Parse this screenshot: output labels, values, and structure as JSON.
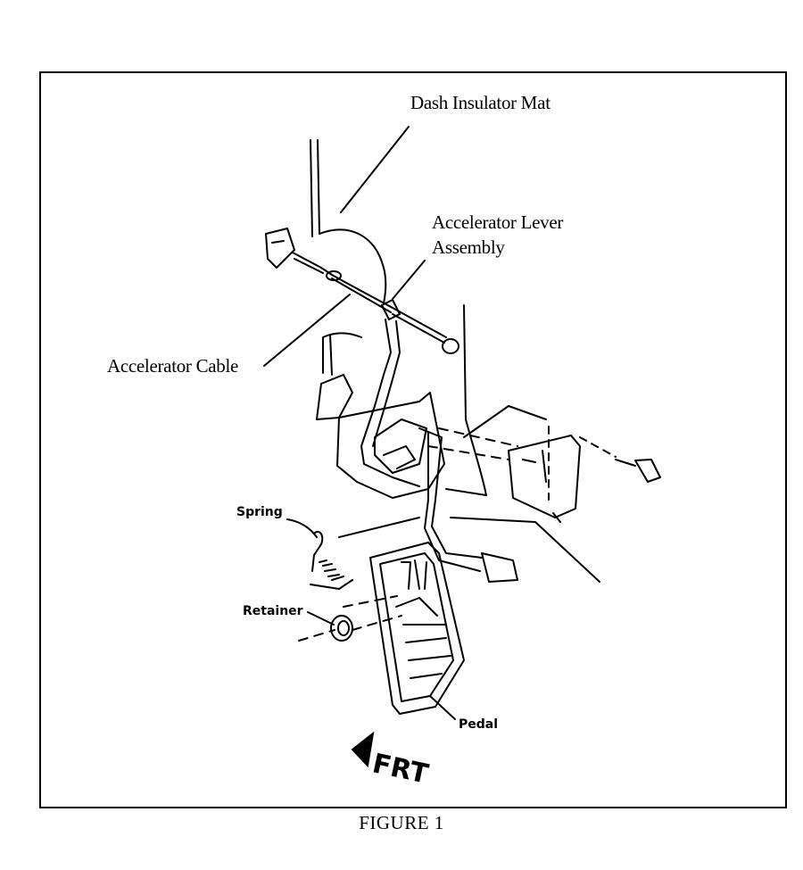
{
  "figure": {
    "caption": "FIGURE 1",
    "labels": {
      "dash_insulator_mat": "Dash Insulator Mat",
      "accelerator_lever_line1": "Accelerator Lever",
      "accelerator_lever_line2": "Assembly",
      "accelerator_cable": "Accelerator Cable",
      "spring": "Spring",
      "retainer": "Retainer",
      "pedal": "Pedal",
      "front_marker": "FRT"
    }
  }
}
